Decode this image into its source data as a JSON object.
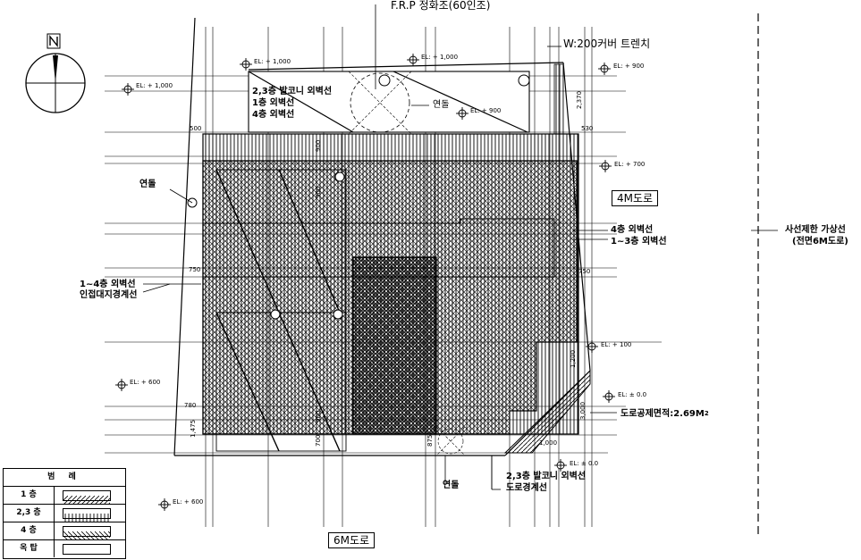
{
  "labels": {
    "septic": "F.R.P 정화조(60인조)",
    "trench": "W:200커버 트렌치",
    "balcony_23_top": "2,3층 발코니 외벽선",
    "wall_1f_top": "1층 외벽선",
    "wall_4f_top": "4층 외벽선",
    "chimney_top": "연돌",
    "chimney_left": "연돌",
    "chimney_bottom": "연돌",
    "wall_4f_right": "4층 외벽선",
    "wall_13f_right": "1~3층 외벽선",
    "wall_14f_left": "1~4층 외벽선",
    "boundary_left": "인접대지경계선",
    "road_deduct": "도로공제면적:2.69M",
    "road_deduct_sup": "2",
    "balcony_23_bottom": "2,3층 발코니 외벽선",
    "road_boundary": "도로경계선",
    "sightline_1": "사선제한 가상선",
    "sightline_2": "(전면6M도로)",
    "road_4m": "4M도로",
    "road_6m": "6M도로"
  },
  "elevations": {
    "e1": "EL: + 1,000",
    "e2": "EL: + 1,000",
    "e3": "EL: + 1,000",
    "e4": "EL: + 900",
    "e5": "EL: + 900",
    "e6": "EL: + 700",
    "e7": "EL: + 100",
    "e8": "EL: ± 0.0",
    "e9": "EL: ± 0.0",
    "e10": "EL: + 600",
    "e11": "EL: + 600"
  },
  "dimensions": {
    "d1": "2,370",
    "d2": "500",
    "d3": "900",
    "d4": "530",
    "d5": "900",
    "d6": "750",
    "d7": "750",
    "d8": "1,200",
    "d9": "3,000",
    "d10": "1,000",
    "d11": "780",
    "d12": "1,475",
    "d13": "700",
    "d14": "900",
    "d15": "875"
  },
  "legend": {
    "title": "범 례",
    "rows": [
      {
        "name": "1 층",
        "pattern": "diag-fwd"
      },
      {
        "name": "2,3 층",
        "pattern": "vertical"
      },
      {
        "name": "4 층",
        "pattern": "diag-back"
      },
      {
        "name": "옥 탑",
        "pattern": "plain"
      }
    ]
  },
  "colors": {
    "ink": "#000000",
    "paper": "#ffffff"
  },
  "icons": {
    "north": "north-arrow-icon"
  }
}
